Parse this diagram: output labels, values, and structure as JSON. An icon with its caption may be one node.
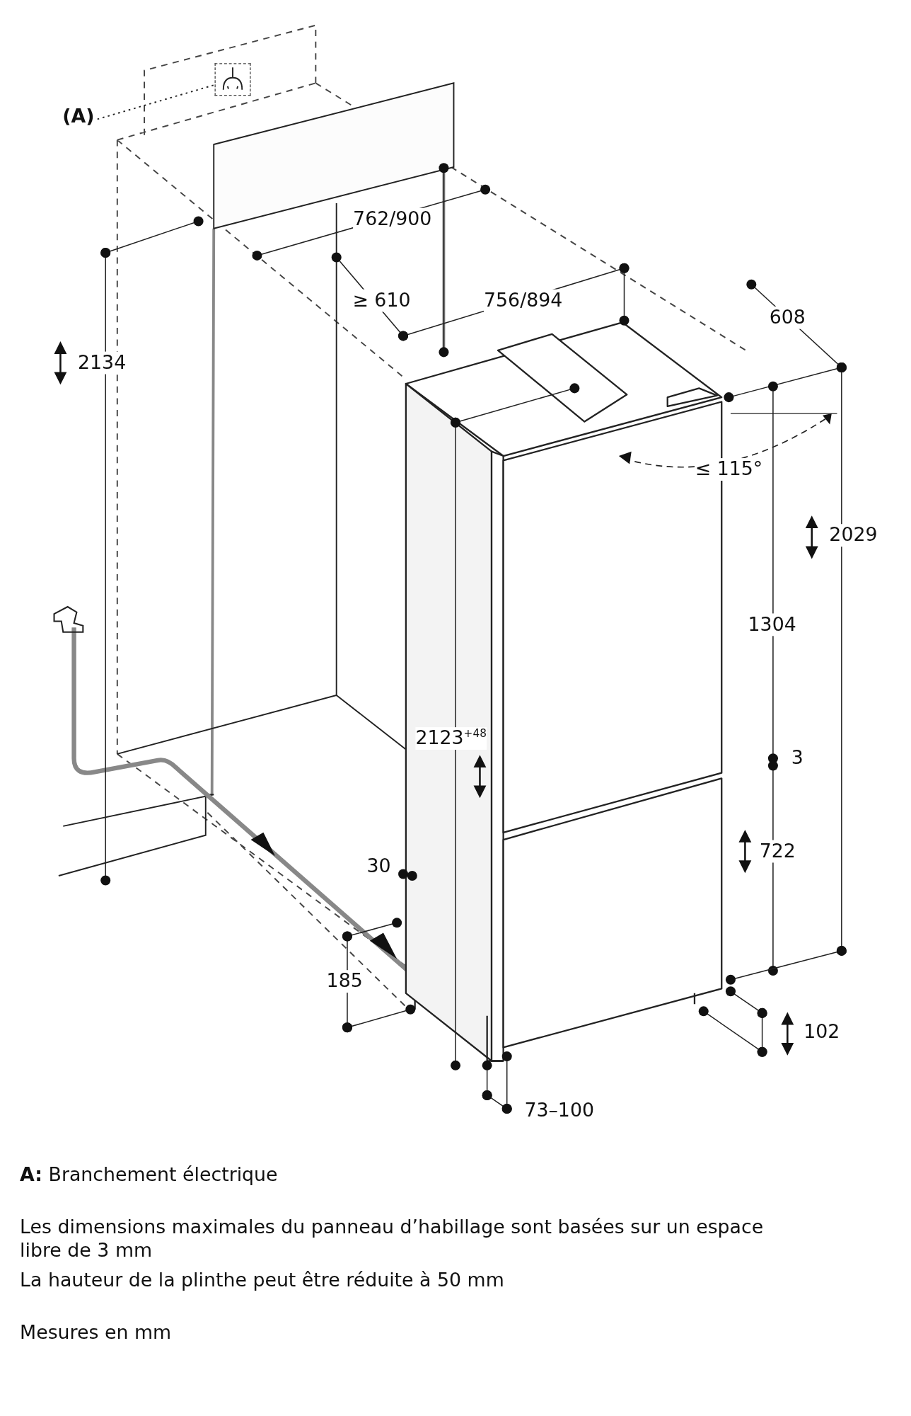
{
  "diagram": {
    "nodes": [
      {
        "text": [
          "(A)"
        ]
      },
      {
        "text": [],
        "shape": "picture"
      }
    ],
    "edges": [
      {
        "from": 0,
        "to": 1,
        "arrow": "none",
        "style": "dashed"
      }
    ],
    "labels": [
      "762/900",
      "≥ 610",
      "756/894",
      "608",
      "2134",
      "≤ 115°",
      "2029",
      "1304",
      "2123$^{+48}$",
      "3",
      "722",
      "30",
      "185",
      "102",
      "73–100",
      "**A:** Branchement électrique",
      "Les dimensions maximales du panneau d’habillage sont basées sur un espace libre de 3 mm",
      "La hauteur de la plinthe peut être réduite à 50 mm",
      "Mesures en mm"
    ]
  }
}
